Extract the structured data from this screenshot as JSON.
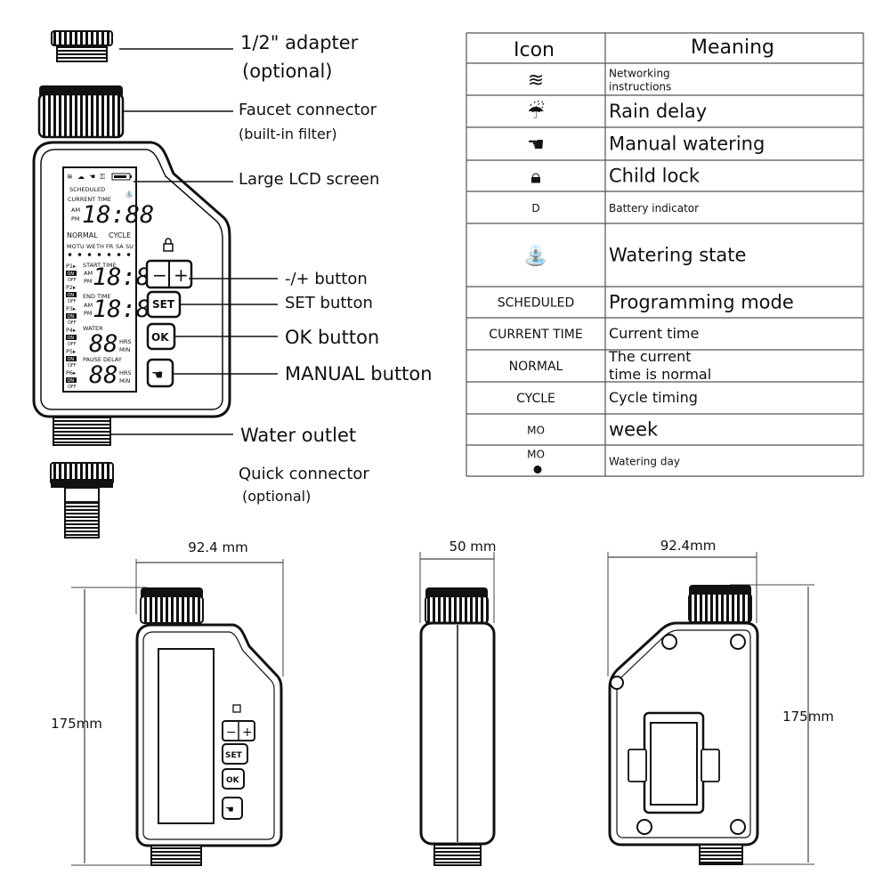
{
  "callouts": {
    "adapter": "1/2\" adapter",
    "adapter_note": "(optional)",
    "faucet": "Faucet connector",
    "faucet_note": "(built-in filter)",
    "lcd": "Large LCD screen",
    "plusminus": "-/+ button",
    "set": "SET button",
    "ok": "OK button",
    "manual": "MANUAL button",
    "outlet": "Water outlet",
    "quick": "Quick connector",
    "quick_note": "(optional)"
  },
  "lcd": {
    "scheduled": "SCHEDULED",
    "current_time": "CURRENT TIME",
    "am": "AM",
    "pm": "PM",
    "time_digits": "18:88",
    "normal": "NORMAL",
    "cycle": "CYCLE",
    "days": [
      "MO",
      "TU",
      "WE",
      "TH",
      "FR",
      "SA",
      "SU"
    ],
    "programs": [
      "P1",
      "P2",
      "P3",
      "P4",
      "P5",
      "P6"
    ],
    "on": "ON",
    "off": "OFF",
    "start_time": "START TIME",
    "start_digits": "18:88",
    "end_time": "END TIME",
    "end_digits": "18:88",
    "water": "WATER",
    "water_digits": "88",
    "pause_delay": "PAUSE DELAY",
    "pause_digits": "88",
    "hrs": "HRS",
    "min": "MIN"
  },
  "buttons": {
    "minus": "−",
    "plus": "+",
    "set": "SET",
    "ok": "OK"
  },
  "table": {
    "header_icon": "Icon",
    "header_meaning": "Meaning",
    "rows": [
      {
        "icon_name": "wifi-icon",
        "code": "",
        "meaning_lines": [
          "Networking",
          "instructions"
        ]
      },
      {
        "icon_name": "rain-cloud-icon",
        "code": "",
        "meaning_lines": [
          "Rain delay"
        ]
      },
      {
        "icon_name": "hand-icon",
        "code": "",
        "meaning_lines": [
          "Manual watering"
        ]
      },
      {
        "icon_name": "lock-icon",
        "code": "",
        "meaning_lines": [
          "Child lock"
        ]
      },
      {
        "icon_name": "",
        "code": "D",
        "meaning_lines": [
          "Battery indicator"
        ]
      },
      {
        "icon_name": "faucet-icon",
        "code": "",
        "meaning_lines": [
          "Watering state"
        ]
      },
      {
        "icon_name": "",
        "code": "SCHEDULED",
        "meaning_lines": [
          "Programming mode"
        ]
      },
      {
        "icon_name": "",
        "code": "CURRENT TIME",
        "meaning_lines": [
          "Current time"
        ]
      },
      {
        "icon_name": "",
        "code": "NORMAL",
        "meaning_lines": [
          "The current",
          "time is normal"
        ]
      },
      {
        "icon_name": "",
        "code": "CYCLE",
        "meaning_lines": [
          "Cycle timing"
        ]
      },
      {
        "icon_name": "",
        "code": "MO",
        "meaning_lines": [
          "week"
        ]
      },
      {
        "icon_name": "drop-icon",
        "code": "MO",
        "meaning_lines": [
          "Watering day"
        ]
      }
    ]
  },
  "dimensions": {
    "front_width": "92.4 mm",
    "front_height": "175mm",
    "side_width": "50 mm",
    "back_width": "92.4mm",
    "back_height": "175mm"
  }
}
